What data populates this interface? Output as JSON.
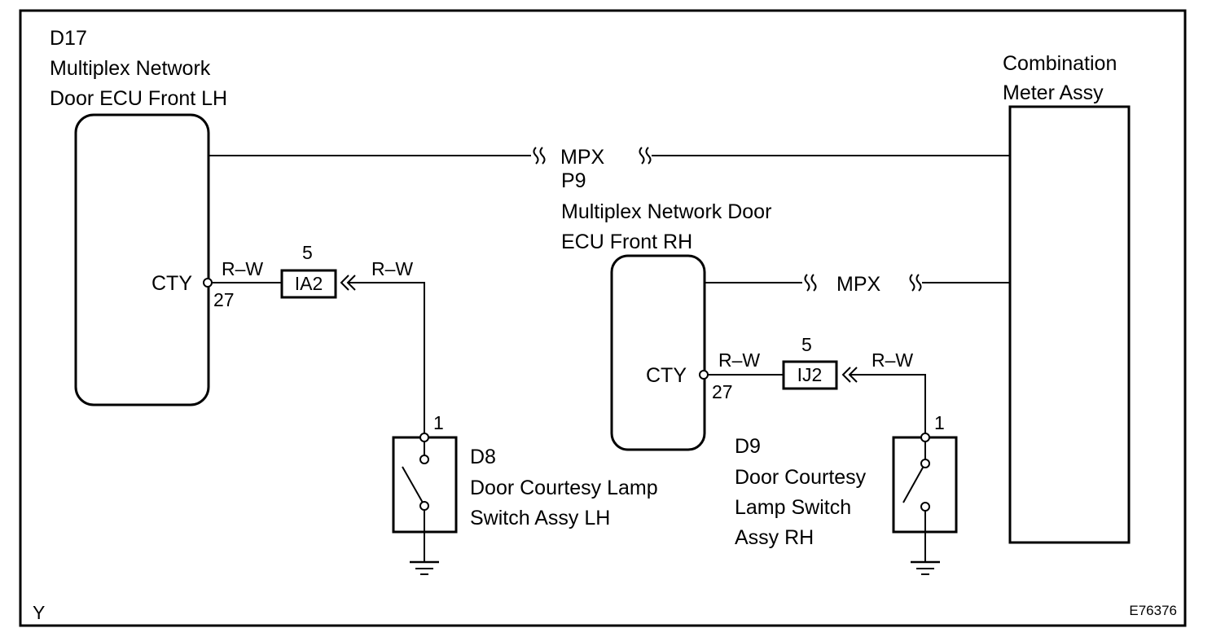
{
  "components": {
    "ecu_lh": {
      "code": "D17",
      "name_line1": "Multiplex Network",
      "name_line2": "Door ECU Front LH",
      "pin_label": "CTY",
      "pin_number": "27"
    },
    "ecu_rh": {
      "code": "P9",
      "name_line1": "Multiplex Network Door",
      "name_line2": "ECU Front RH",
      "pin_label": "CTY",
      "pin_number": "27"
    },
    "meter": {
      "name_line1": "Combination",
      "name_line2": "Meter Assy"
    },
    "switch_lh": {
      "code": "D8",
      "name_line1": "Door Courtesy Lamp",
      "name_line2": "Switch Assy LH",
      "pin": "1"
    },
    "switch_rh": {
      "code": "D9",
      "name_line1": "Door Courtesy",
      "name_line2": "Lamp Switch",
      "name_line3": "Assy RH",
      "pin": "1"
    }
  },
  "connectors": {
    "lh": {
      "id": "IA2",
      "pin": "5"
    },
    "rh": {
      "id": "IJ2",
      "pin": "5"
    }
  },
  "wires": {
    "wire_color": "R–W",
    "bus_label": "MPX"
  },
  "footer": {
    "left_mark": "Y",
    "figure_id": "E76376"
  }
}
